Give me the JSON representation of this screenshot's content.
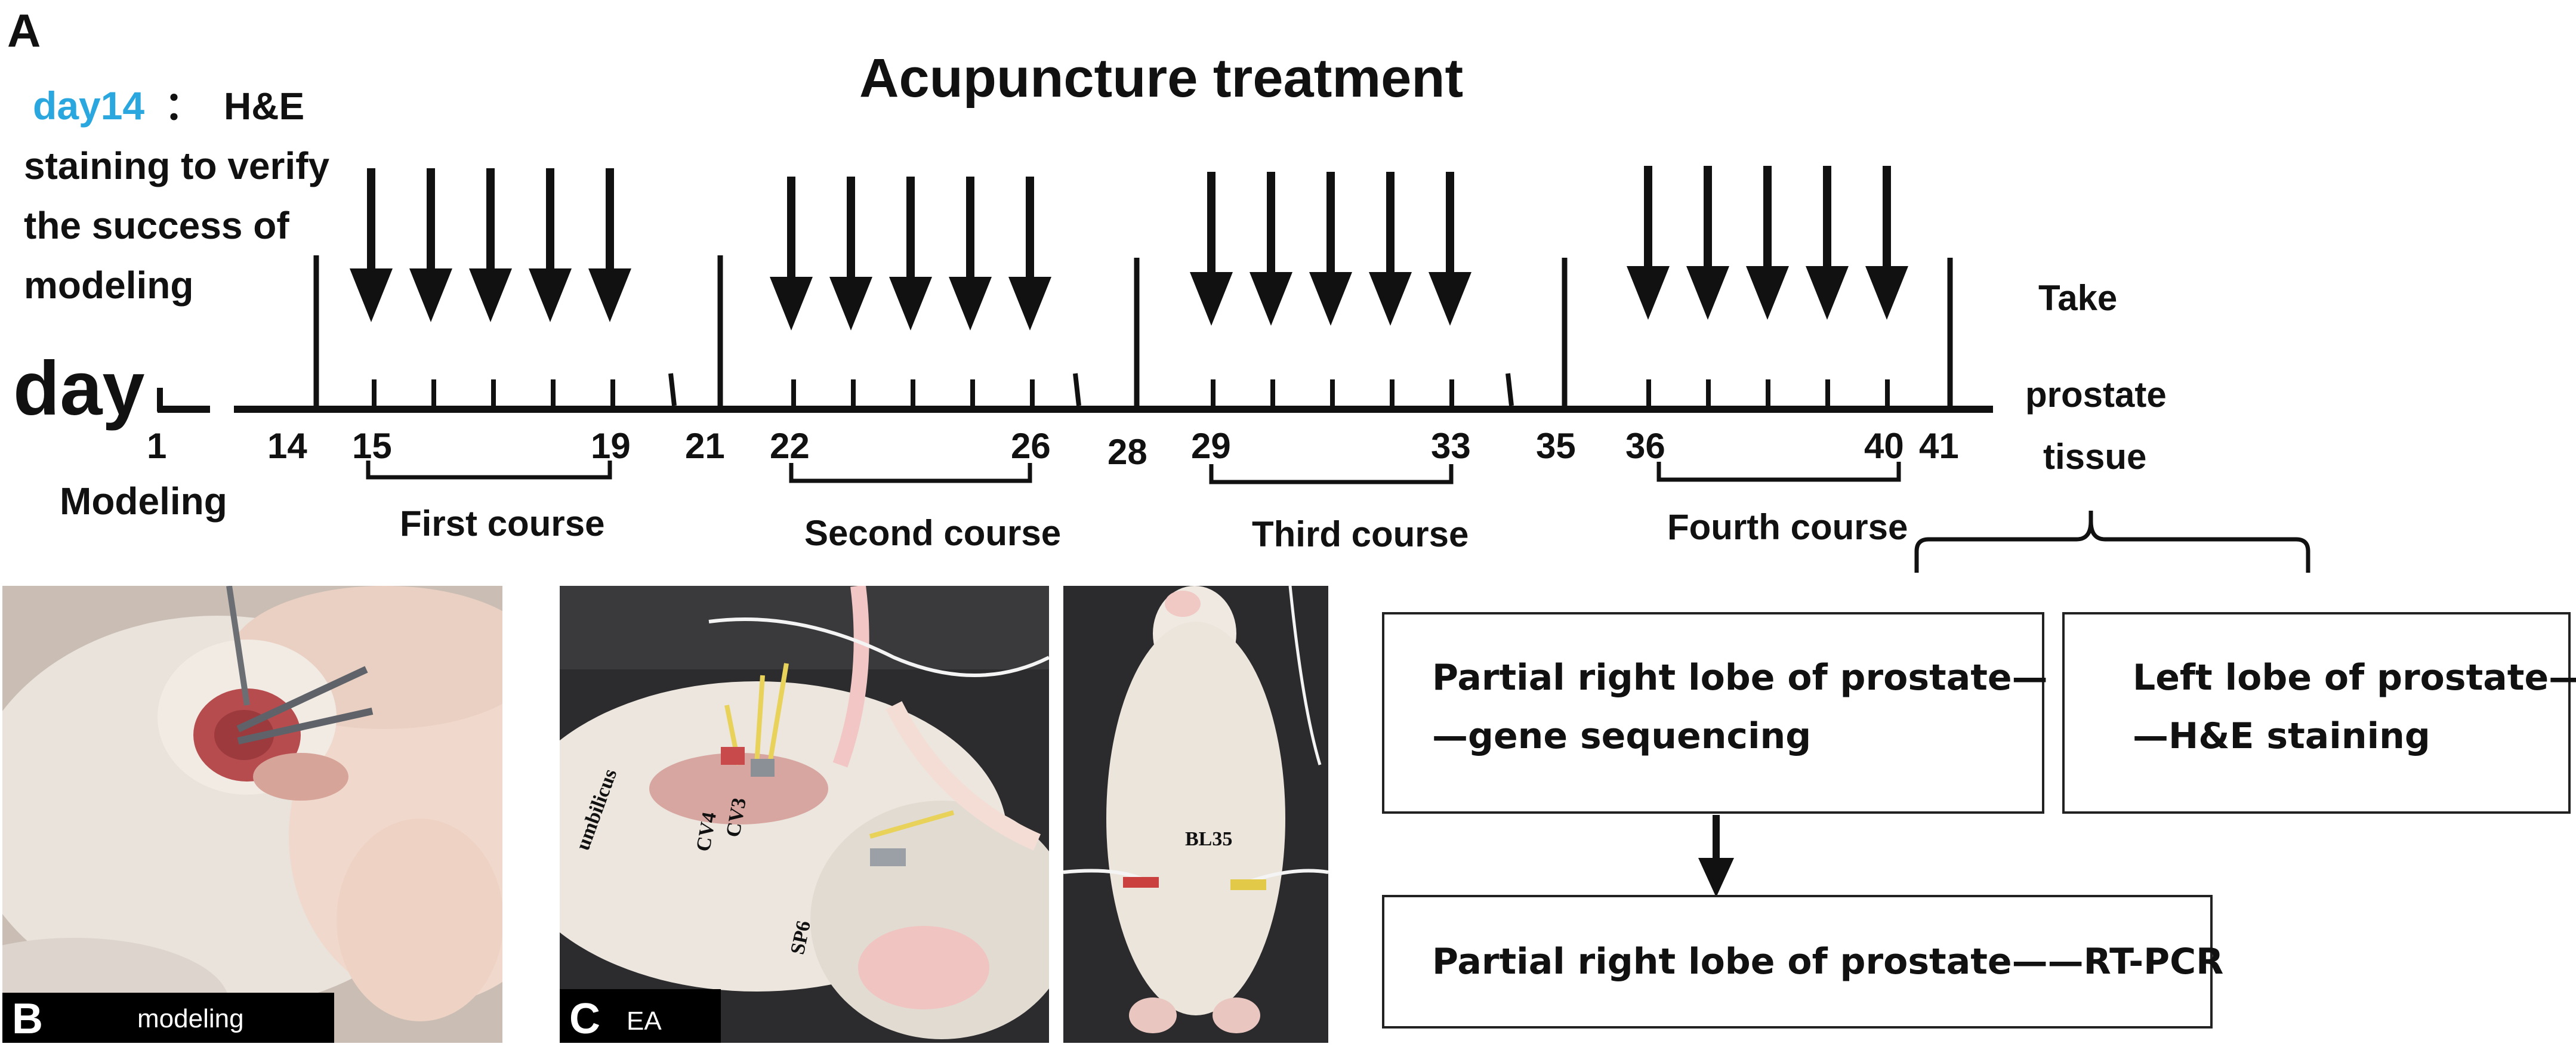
{
  "panel_a": {
    "letter": "A",
    "title": "Acupuncture  treatment",
    "note_day": "day14",
    "note_colon": "：",
    "note_line1": "H&E",
    "note_line2": "staining to verify",
    "note_line3": "the success of",
    "note_line4": "modeling",
    "axis_label": "day",
    "ticks": {
      "d1": "1",
      "d14": "14",
      "d15": "15",
      "d19": "19",
      "d21": "21",
      "d22": "22",
      "d26": "26",
      "d28": "28",
      "d29": "29",
      "d33": "33",
      "d35": "35",
      "d36": "36",
      "d40": "40",
      "d41": "41"
    },
    "modeling_label": "Modeling",
    "courses": [
      "First course",
      "Second course",
      "Third course",
      "Fourth course"
    ],
    "take_line1": "Take",
    "take_line2": "prostate",
    "take_line3": "tissue",
    "colors": {
      "day_highlight": "#2aa7de",
      "ink": "#111111"
    }
  },
  "panel_b": {
    "letter": "B",
    "caption": "modeling"
  },
  "panel_c": {
    "letter": "C",
    "caption": "EA",
    "labels": {
      "umbilicus": "umbilicus",
      "cv4": "CV4",
      "cv3": "CV3",
      "sp6": "SP6",
      "bl35": "BL35"
    }
  },
  "boxes": {
    "right_lobe_line1": "Partial right lobe of prostate—",
    "right_lobe_line2": "—gene sequencing",
    "left_lobe_line1": "Left lobe of prostate—",
    "left_lobe_line2": "—H&E staining",
    "rtpcr": "Partial right lobe of prostate——RT-PCR"
  }
}
